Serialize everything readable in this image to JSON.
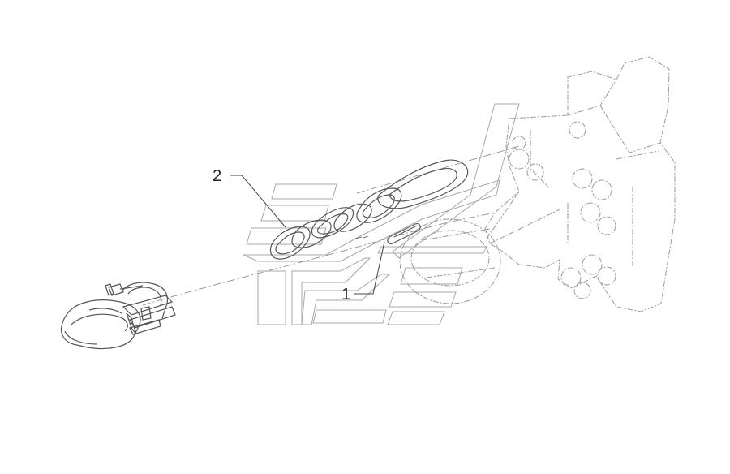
{
  "callouts": [
    {
      "number": "2",
      "part": "chain"
    },
    {
      "number": "1",
      "part": "pin"
    }
  ],
  "colors": {
    "line": "#6e6e6e",
    "phantom": "#9a9a9a",
    "watermark": "#a8a8a8",
    "background": "#ffffff"
  },
  "icons": {
    "hook": "tow-hook-icon",
    "chain": "chain-icon",
    "pin": "pin-icon",
    "bracket": "towing-bracket-icon",
    "logo": "watermark-logo"
  }
}
